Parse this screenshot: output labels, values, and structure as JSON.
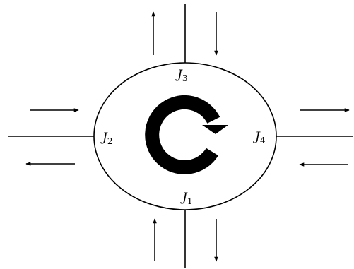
{
  "diagram": {
    "junctions": [
      {
        "id": "J1",
        "letter": "J",
        "sub": "1"
      },
      {
        "id": "J2",
        "letter": "J",
        "sub": "2"
      },
      {
        "id": "J3",
        "letter": "J",
        "sub": "3"
      },
      {
        "id": "J4",
        "letter": "J",
        "sub": "4"
      }
    ],
    "flow_direction": "clockwise",
    "colors": {
      "stroke": "#000000",
      "circular_arrow_fill": "#000000",
      "background": "#ffffff"
    },
    "icons": {
      "center": "circular-arrow-icon",
      "traffic": "straight-arrow-icon"
    }
  }
}
